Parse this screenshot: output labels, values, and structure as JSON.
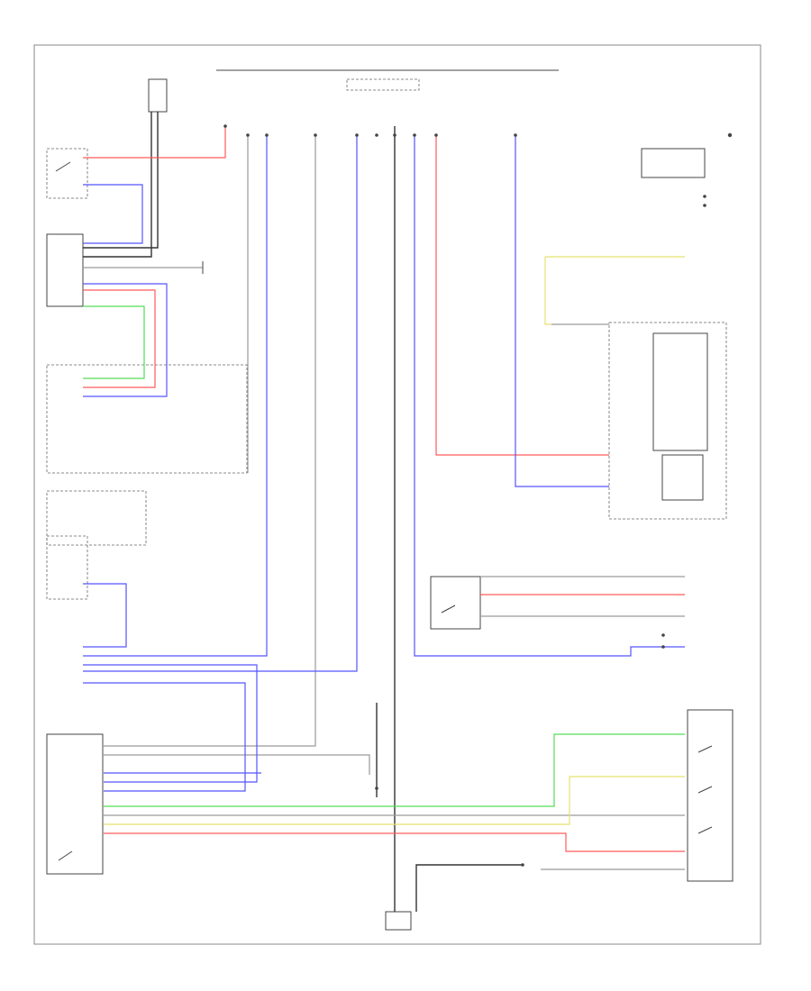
{
  "diagram": {
    "page_code": "",
    "components": [
      {
        "id": "left-stop-lamp-switch",
        "label": ""
      },
      {
        "id": "outer-mirror-control",
        "label": ""
      },
      {
        "id": "engine-room-relay-block",
        "label": ""
      },
      {
        "id": "main-body-ecu",
        "label": ""
      },
      {
        "id": "certification-ecu",
        "label": ""
      },
      {
        "id": "id-code-box",
        "label": ""
      },
      {
        "id": "steering-lock-ecu",
        "label": ""
      },
      {
        "id": "engine-switch",
        "label": ""
      },
      {
        "id": "right-rear-door-lock",
        "label": ""
      },
      {
        "id": "combination-meter",
        "label": ""
      },
      {
        "id": "door-lock-control-switch",
        "label": ""
      },
      {
        "id": "junction-connector",
        "label": ""
      }
    ]
  }
}
